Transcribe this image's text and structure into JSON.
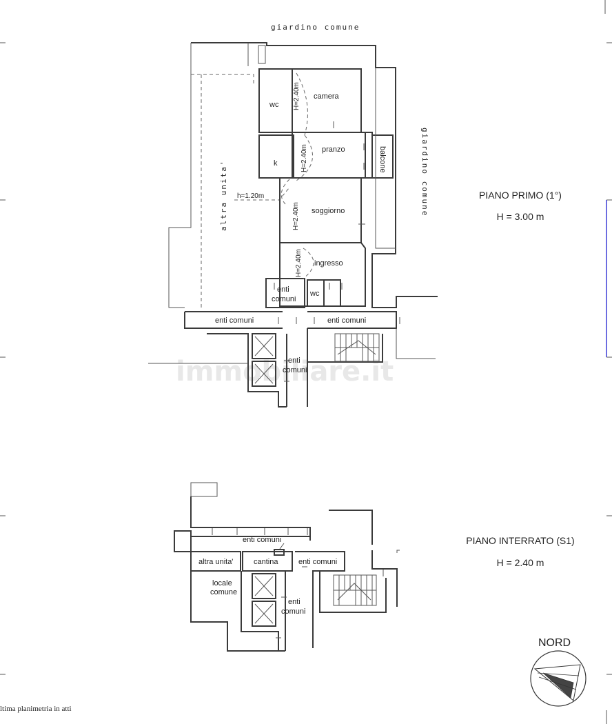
{
  "floors": {
    "first": {
      "title": "PIANO PRIMO (1°)",
      "height": "H = 3.00 m"
    },
    "basement": {
      "title": "PIANO INTERRATO (S1)",
      "height": "H = 2.40 m"
    }
  },
  "garden_labels": {
    "top": "giardino comune",
    "right": "giardino comune"
  },
  "first_floor_rooms": {
    "wc_upper": "wc",
    "camera": "camera",
    "kitchen": "k",
    "pranzo": "pranzo",
    "balcone": "balcone",
    "soggiorno": "soggiorno",
    "ingresso": "ingresso",
    "wc_lower": "wc",
    "altra_unita": "altra unita'",
    "enti_comuni_center_1": "enti",
    "enti_comuni_center_2": "comuni",
    "enti_comuni_left": "enti comuni",
    "enti_comuni_right": "enti comuni",
    "enti_comuni_vertical_1": "enti",
    "enti_comuni_vertical_2": "comuni"
  },
  "heights": {
    "h1": "H=2.40m",
    "h2": "H=2.40m",
    "h3": "H=2.40m",
    "h4": "H=2.40m",
    "h_low": "h=1.20m"
  },
  "basement_rooms": {
    "enti_comuni_top": "enti comuni",
    "altra_unita": "altra unita'",
    "cantina": "cantina",
    "enti_comuni_right": "enti comuni",
    "locale_1": "locale",
    "locale_2": "comune",
    "enti_comuni_center_1": "enti",
    "enti_comuni_center_2": "comuni"
  },
  "compass": "NORD",
  "footnote": "ltima planimetria in atti",
  "watermark": "immobiliare.it"
}
